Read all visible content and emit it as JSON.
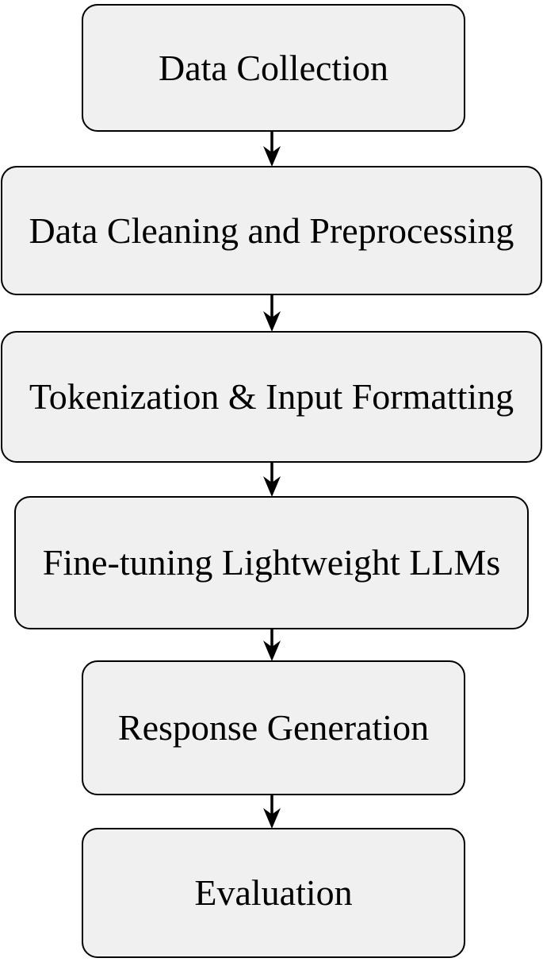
{
  "diagram": {
    "type": "flowchart",
    "direction": "top-down",
    "nodes": [
      {
        "id": "data-collection",
        "label": "Data Collection"
      },
      {
        "id": "data-cleaning-preprocessing",
        "label": "Data Cleaning and Preprocessing"
      },
      {
        "id": "tokenization-input-formatting",
        "label": "Tokenization & Input Formatting"
      },
      {
        "id": "fine-tuning-lightweight-llms",
        "label": "Fine-tuning Lightweight LLMs"
      },
      {
        "id": "response-generation",
        "label": "Response Generation"
      },
      {
        "id": "evaluation",
        "label": "Evaluation"
      }
    ],
    "edges": [
      {
        "from": "data-collection",
        "to": "data-cleaning-preprocessing",
        "style": "arrow-down"
      },
      {
        "from": "data-cleaning-preprocessing",
        "to": "tokenization-input-formatting",
        "style": "arrow-down"
      },
      {
        "from": "tokenization-input-formatting",
        "to": "fine-tuning-lightweight-llms",
        "style": "arrow-down"
      },
      {
        "from": "fine-tuning-lightweight-llms",
        "to": "response-generation",
        "style": "arrow-down"
      },
      {
        "from": "response-generation",
        "to": "evaluation",
        "style": "arrow-down"
      }
    ],
    "colors": {
      "background": "#ffffff",
      "node_fill": "#f0f0f0",
      "node_border": "#000000",
      "arrow": "#000000",
      "text": "#000000"
    }
  }
}
